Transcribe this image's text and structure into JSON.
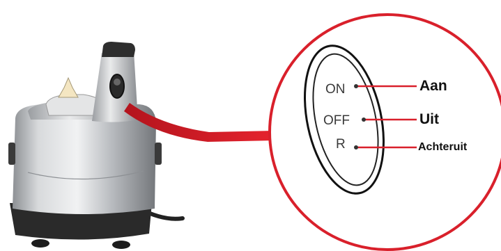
{
  "switch": {
    "on": "ON",
    "off": "OFF",
    "r": "R"
  },
  "callouts": {
    "on": "Aan",
    "off": "Uit",
    "r": "Achteruit"
  },
  "colors": {
    "accent_red": "#d9202b",
    "body_silver": "#b9bcc0",
    "body_dark": "#2b2b2b"
  }
}
